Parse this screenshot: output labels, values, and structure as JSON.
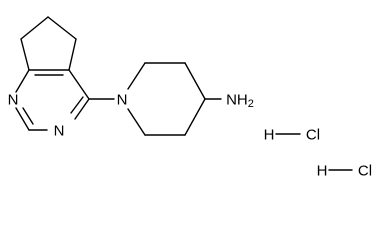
{
  "structure": {
    "ring_atoms": {
      "n1": "N",
      "n3": "N",
      "n_piperidine": "N",
      "amine": "NH2"
    },
    "salt": [
      {
        "h": "H",
        "cl": "Cl"
      },
      {
        "h": "H",
        "cl": "Cl"
      }
    ]
  }
}
